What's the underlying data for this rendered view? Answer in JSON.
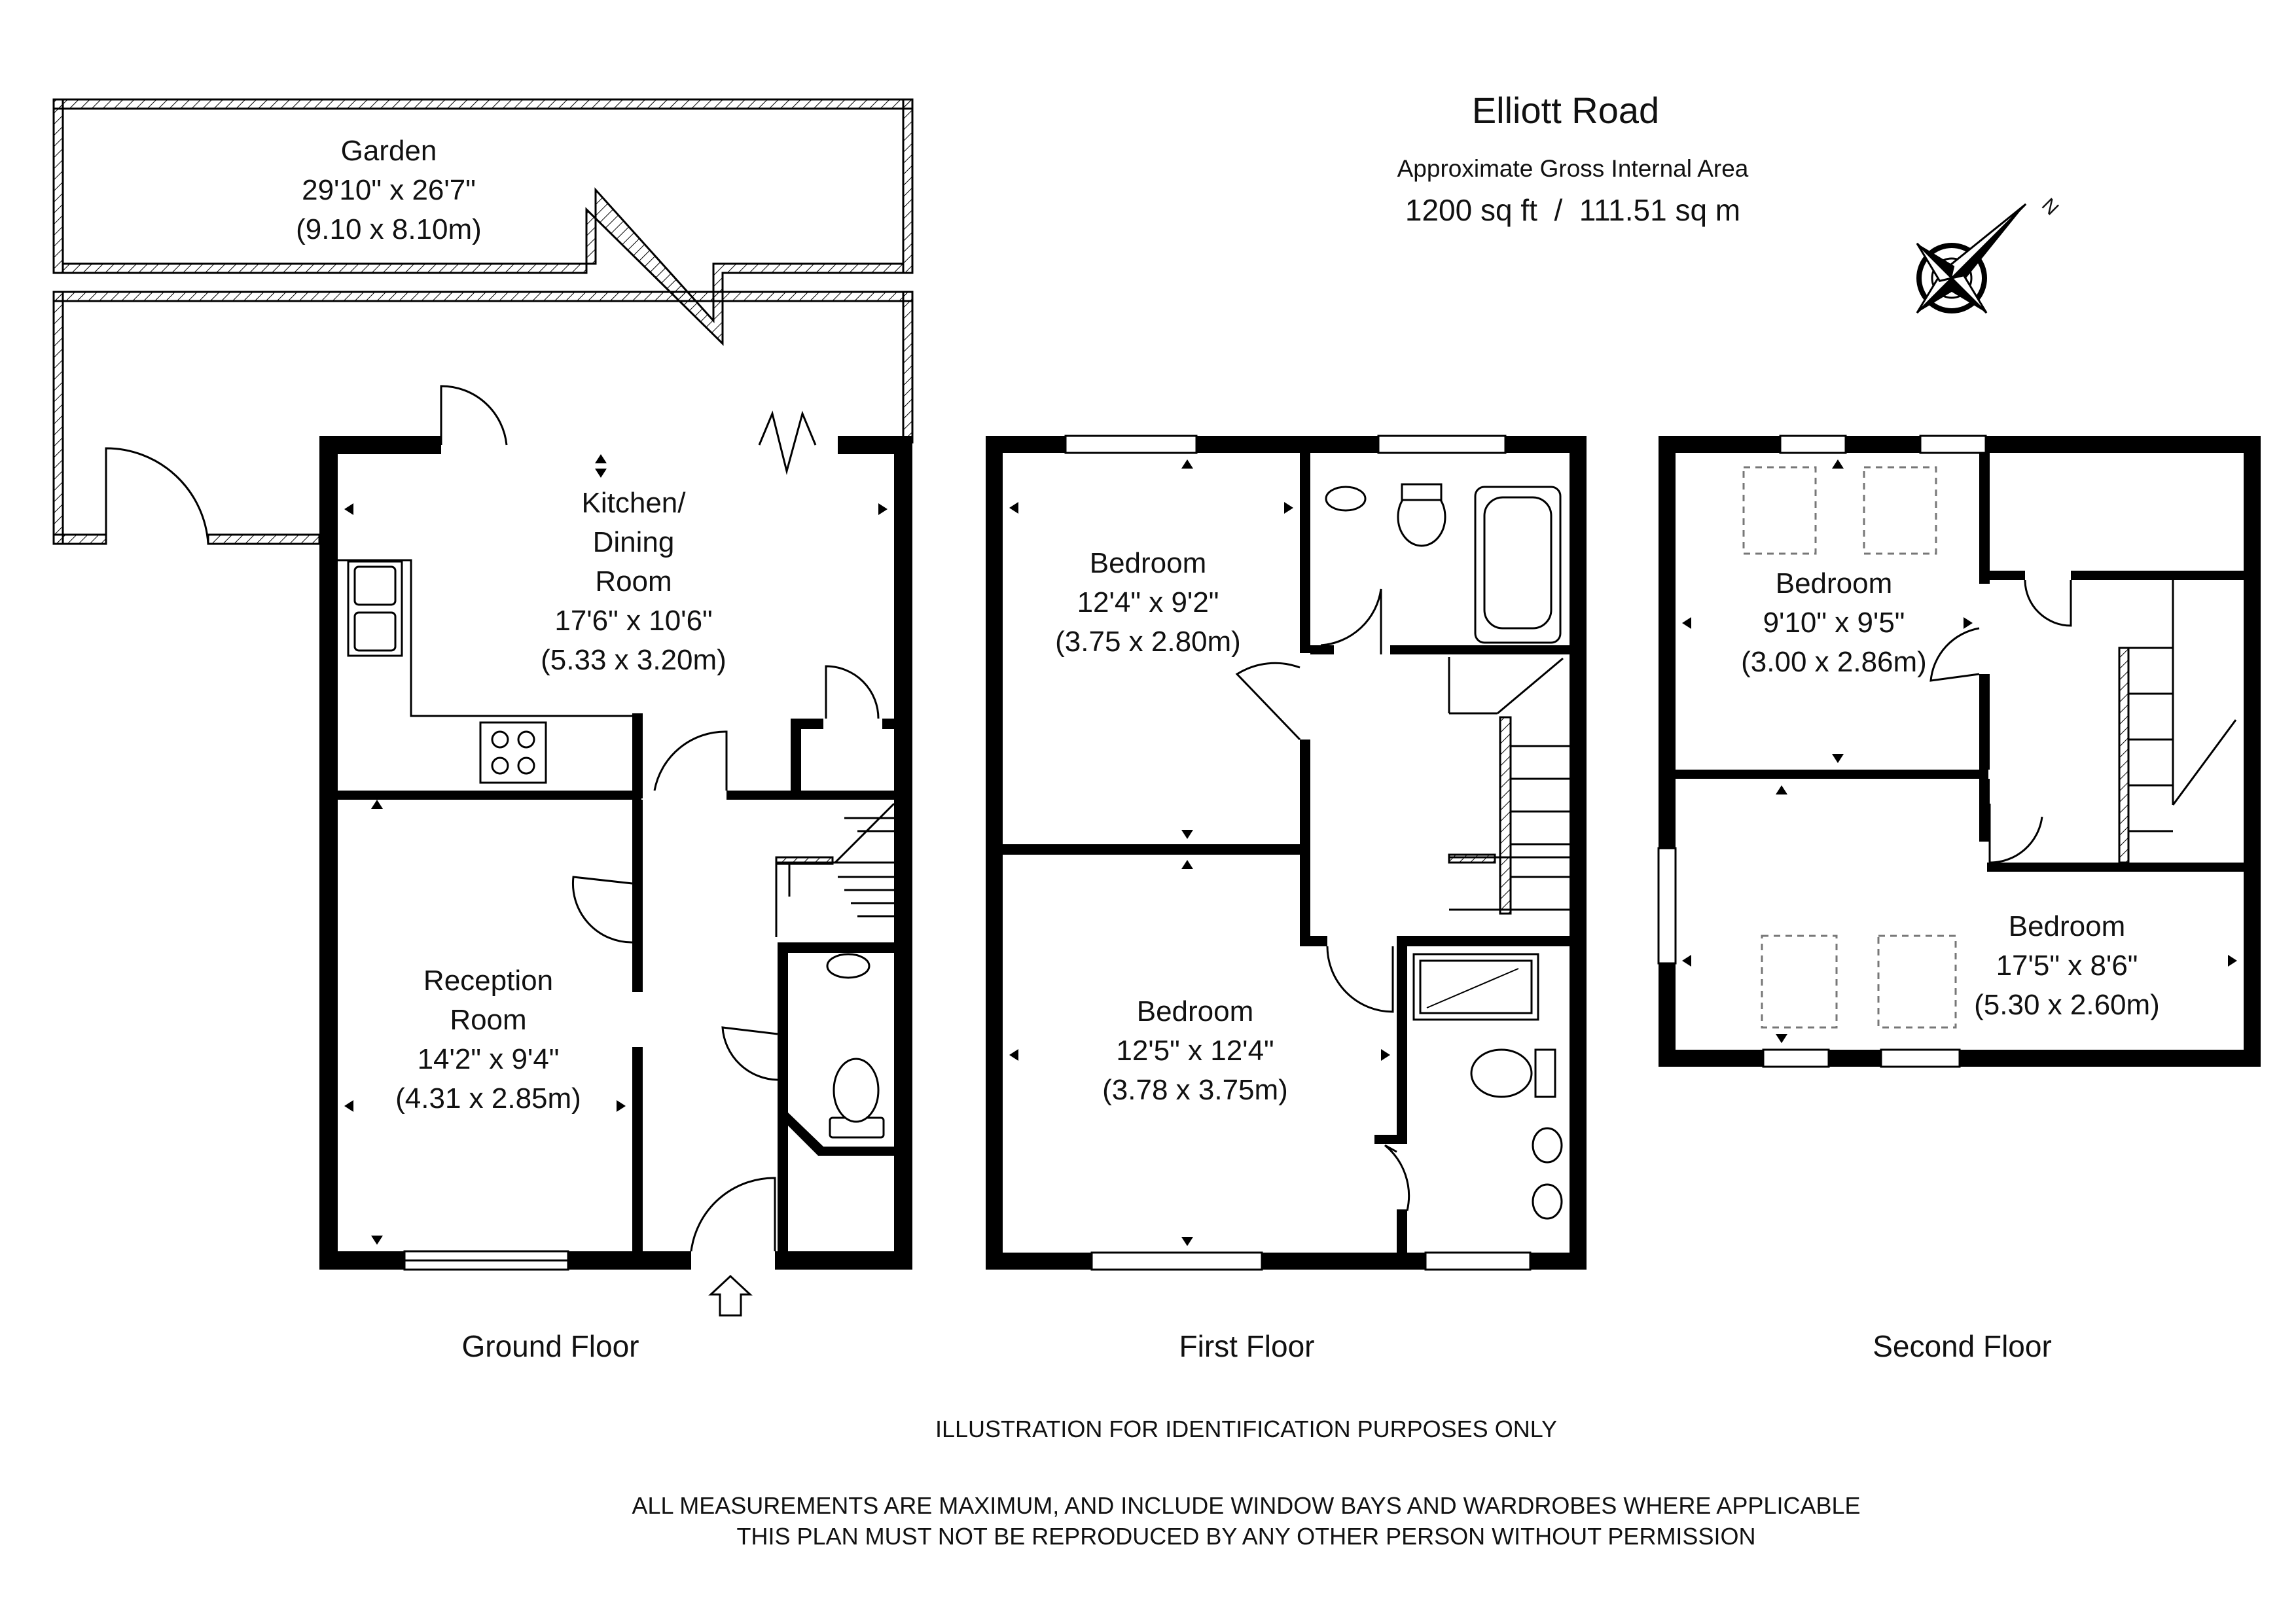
{
  "title": "Elliott Road",
  "area": {
    "heading": "Approximate Gross Internal Area",
    "value": "1200 sq ft  /  111.51 sq m"
  },
  "compass": {
    "letter": "N",
    "icon": "north-compass-icon"
  },
  "floors": [
    {
      "name": "Ground Floor"
    },
    {
      "name": "First Floor"
    },
    {
      "name": "Second Floor"
    }
  ],
  "rooms": {
    "garden": {
      "lines": [
        "Garden",
        "29'10\" x 26'7\"",
        "(9.10 x 8.10m)"
      ]
    },
    "kitchen": {
      "lines": [
        "Kitchen/",
        "Dining",
        "Room",
        "17'6\" x 10'6\"",
        "(5.33 x 3.20m)"
      ]
    },
    "reception": {
      "lines": [
        "Reception",
        "Room",
        "14'2\" x 9'4\"",
        "(4.31 x 2.85m)"
      ]
    },
    "ff_bed_1": {
      "lines": [
        "Bedroom",
        "12'4\" x 9'2\"",
        "(3.75 x 2.80m)"
      ]
    },
    "ff_bed_2": {
      "lines": [
        "Bedroom",
        "12'5\" x 12'4\"",
        "(3.78 x 3.75m)"
      ]
    },
    "sf_bed_1": {
      "lines": [
        "Bedroom",
        "9'10\" x 9'5\"",
        "(3.00 x 2.86m)"
      ]
    },
    "sf_bed_2": {
      "lines": [
        "Bedroom",
        "17'5\" x 8'6\"",
        "(5.30 x 2.60m)"
      ]
    }
  },
  "footer": {
    "line1": "ILLUSTRATION FOR IDENTIFICATION PURPOSES ONLY",
    "line2": "ALL MEASUREMENTS ARE MAXIMUM, AND INCLUDE WINDOW BAYS AND WARDROBES WHERE APPLICABLE",
    "line3": "THIS PLAN MUST NOT BE REPRODUCED BY ANY OTHER PERSON WITHOUT PERMISSION"
  }
}
